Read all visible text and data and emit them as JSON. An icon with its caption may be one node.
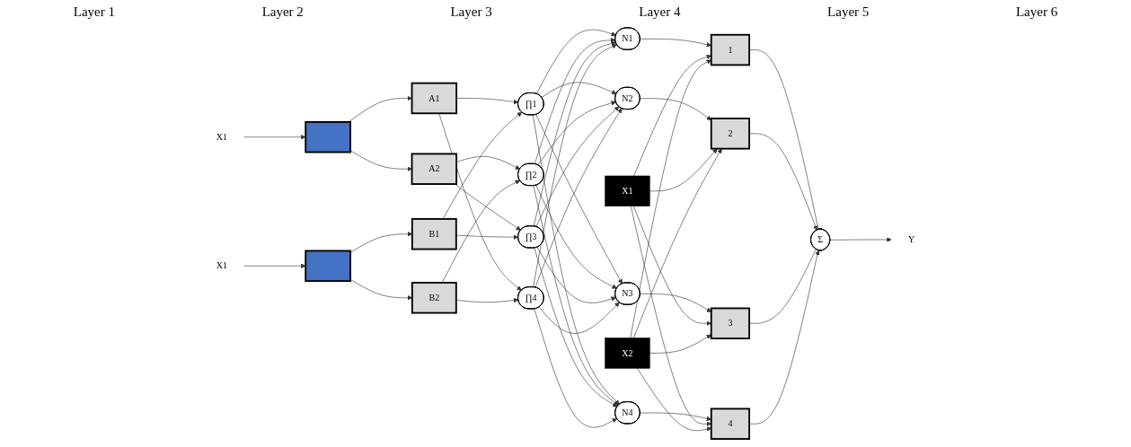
{
  "diagram": {
    "nodes": [
      {
        "text": [
          "X1"
        ]
      },
      {
        "text": [],
        "shape": "box"
      },
      {
        "text": [
          "X1"
        ]
      },
      {
        "text": [],
        "shape": "box"
      },
      {
        "text": [
          "A1"
        ]
      },
      {
        "text": [
          "A2"
        ]
      },
      {
        "text": [
          "B1"
        ]
      },
      {
        "text": [
          "B2"
        ]
      },
      {
        "text": [
          "∏1"
        ]
      },
      {
        "text": [
          "∏2"
        ]
      },
      {
        "text": [
          "∏3"
        ]
      },
      {
        "text": [
          "∏4"
        ]
      },
      {
        "text": [
          "N1"
        ]
      },
      {
        "text": [
          "N2"
        ]
      },
      {
        "text": [
          "N3"
        ]
      },
      {
        "text": [
          "N4"
        ]
      },
      {
        "text": [
          "X1"
        ]
      },
      {
        "text": [
          "X2"
        ]
      },
      {
        "text": [
          "1"
        ]
      },
      {
        "text": [
          "2"
        ]
      },
      {
        "text": [
          "3"
        ]
      },
      {
        "text": [
          "4"
        ]
      },
      {
        "text": [
          "Σ"
        ]
      },
      {
        "text": [
          "Y"
        ]
      }
    ],
    "edges": [
      {
        "from": 0,
        "to": 1,
        "arrow": "to"
      },
      {
        "from": 2,
        "to": 3,
        "arrow": "to"
      },
      {
        "from": 1,
        "to": 4,
        "arrow": "to"
      },
      {
        "from": 1,
        "to": 5,
        "arrow": "to"
      },
      {
        "from": 3,
        "to": 6,
        "arrow": "to"
      },
      {
        "from": 3,
        "to": 7,
        "arrow": "to"
      },
      {
        "from": 4,
        "to": 8,
        "arrow": "to"
      },
      {
        "from": 4,
        "to": 11,
        "arrow": "to"
      },
      {
        "from": 5,
        "to": 9,
        "arrow": "to"
      },
      {
        "from": 5,
        "to": 10,
        "arrow": "to"
      },
      {
        "from": 6,
        "to": 8,
        "arrow": "to"
      },
      {
        "from": 6,
        "to": 10,
        "arrow": "to"
      },
      {
        "from": 7,
        "to": 9,
        "arrow": "to"
      },
      {
        "from": 7,
        "to": 11,
        "arrow": "to"
      },
      {
        "from": 8,
        "to": 12,
        "arrow": "to"
      },
      {
        "from": 8,
        "to": 13,
        "arrow": "to"
      },
      {
        "from": 8,
        "to": 14,
        "arrow": "to"
      },
      {
        "from": 8,
        "to": 15,
        "arrow": "to"
      },
      {
        "from": 9,
        "to": 12,
        "arrow": "to"
      },
      {
        "from": 9,
        "to": 13,
        "arrow": "to"
      },
      {
        "from": 9,
        "to": 14,
        "arrow": "to"
      },
      {
        "from": 9,
        "to": 15,
        "arrow": "to"
      },
      {
        "from": 10,
        "to": 12,
        "arrow": "to"
      },
      {
        "from": 10,
        "to": 13,
        "arrow": "to"
      },
      {
        "from": 10,
        "to": 14,
        "arrow": "to"
      },
      {
        "from": 10,
        "to": 15,
        "arrow": "to"
      },
      {
        "from": 11,
        "to": 12,
        "arrow": "to"
      },
      {
        "from": 11,
        "to": 13,
        "arrow": "to"
      },
      {
        "from": 11,
        "to": 14,
        "arrow": "to"
      },
      {
        "from": 11,
        "to": 15,
        "arrow": "to"
      },
      {
        "from": 12,
        "to": 18,
        "arrow": "to"
      },
      {
        "from": 13,
        "to": 19,
        "arrow": "to"
      },
      {
        "from": 14,
        "to": 20,
        "arrow": "to"
      },
      {
        "from": 15,
        "to": 21,
        "arrow": "to"
      },
      {
        "from": 16,
        "to": 18,
        "arrow": "to"
      },
      {
        "from": 16,
        "to": 19,
        "arrow": "to"
      },
      {
        "from": 16,
        "to": 20,
        "arrow": "to"
      },
      {
        "from": 16,
        "to": 21,
        "arrow": "to"
      },
      {
        "from": 17,
        "to": 18,
        "arrow": "to"
      },
      {
        "from": 17,
        "to": 19,
        "arrow": "to"
      },
      {
        "from": 17,
        "to": 20,
        "arrow": "to"
      },
      {
        "from": 17,
        "to": 21,
        "arrow": "to"
      },
      {
        "from": 18,
        "to": 22,
        "arrow": "none"
      },
      {
        "from": 19,
        "to": 22,
        "arrow": "to"
      },
      {
        "from": 20,
        "to": 22,
        "arrow": "none"
      },
      {
        "from": 21,
        "to": 22,
        "arrow": "to"
      },
      {
        "from": 22,
        "to": 23,
        "arrow": "to"
      }
    ],
    "labels": [
      "Layer 1",
      "Layer 2",
      "Layer 3",
      "Layer 4",
      "Layer 5",
      "Layer 6"
    ]
  }
}
